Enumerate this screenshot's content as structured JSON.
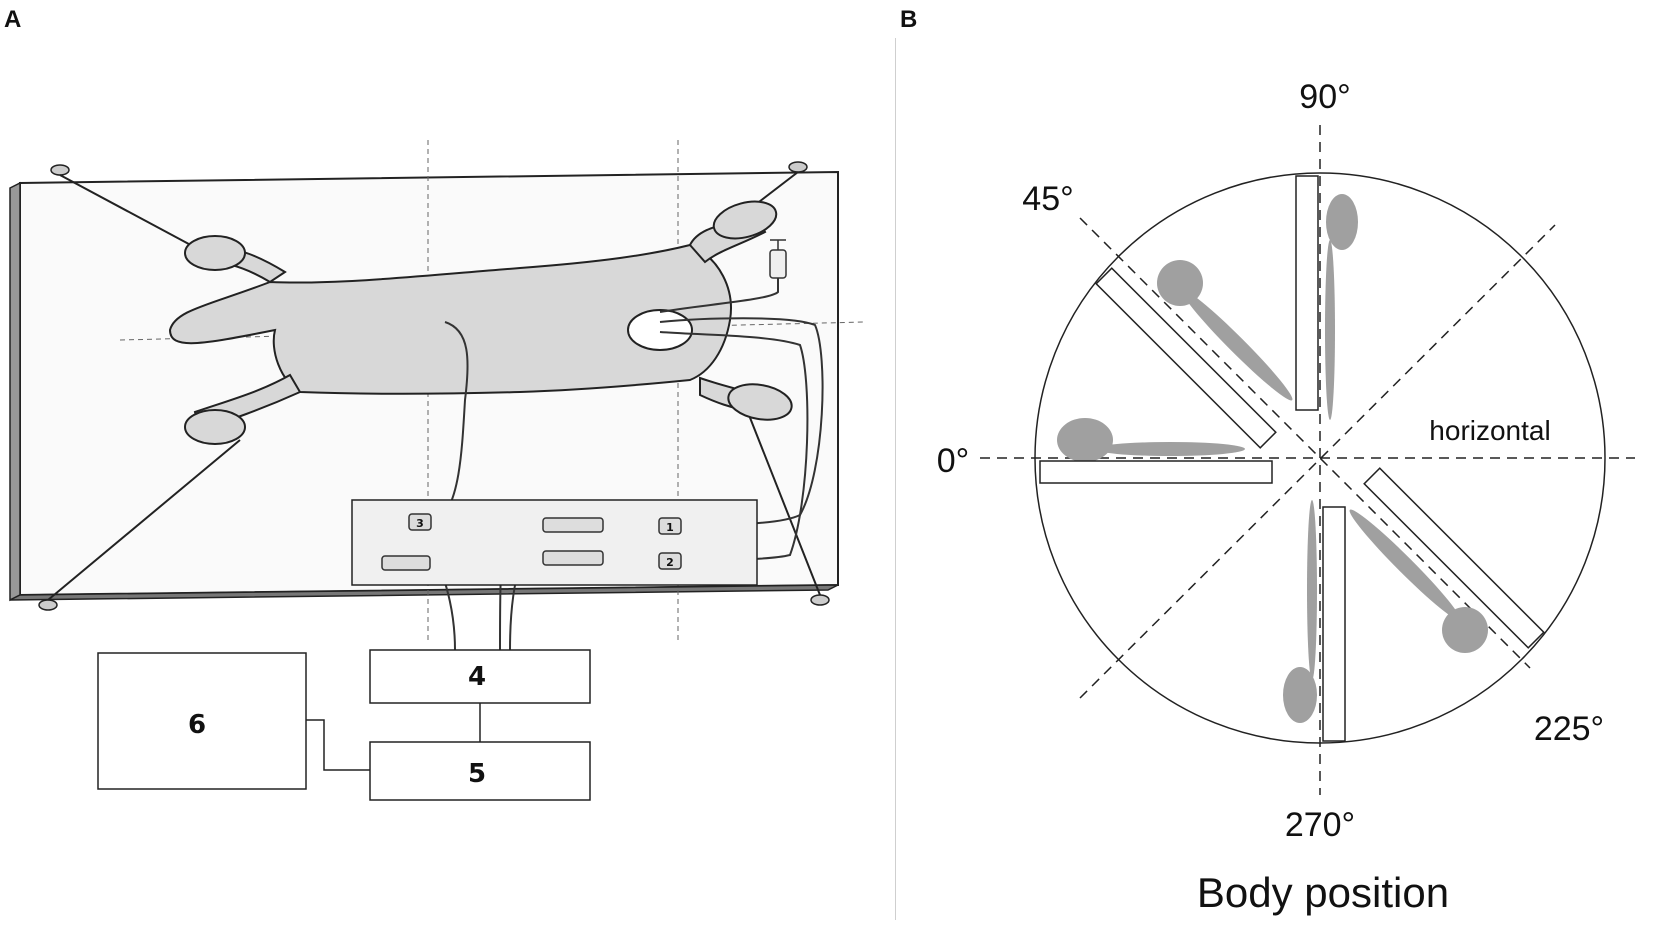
{
  "panels": {
    "a": {
      "letter": "A",
      "boxes": [
        {
          "id": "box4",
          "label": "4"
        },
        {
          "id": "box5",
          "label": "5"
        },
        {
          "id": "box6",
          "label": "6"
        }
      ],
      "syringe_numbers": [
        "1",
        "2",
        "3"
      ]
    },
    "b": {
      "letter": "B",
      "angles": {
        "a90": "90°",
        "a45": "45°",
        "a0": "0°",
        "a225": "225°",
        "a270": "270°"
      },
      "horizontal_label": "horizontal",
      "caption": "Body position"
    }
  },
  "colors": {
    "body_fill": "#d8d8d8",
    "silhouette_fill": "#a0a0a0",
    "line": "#222222"
  }
}
